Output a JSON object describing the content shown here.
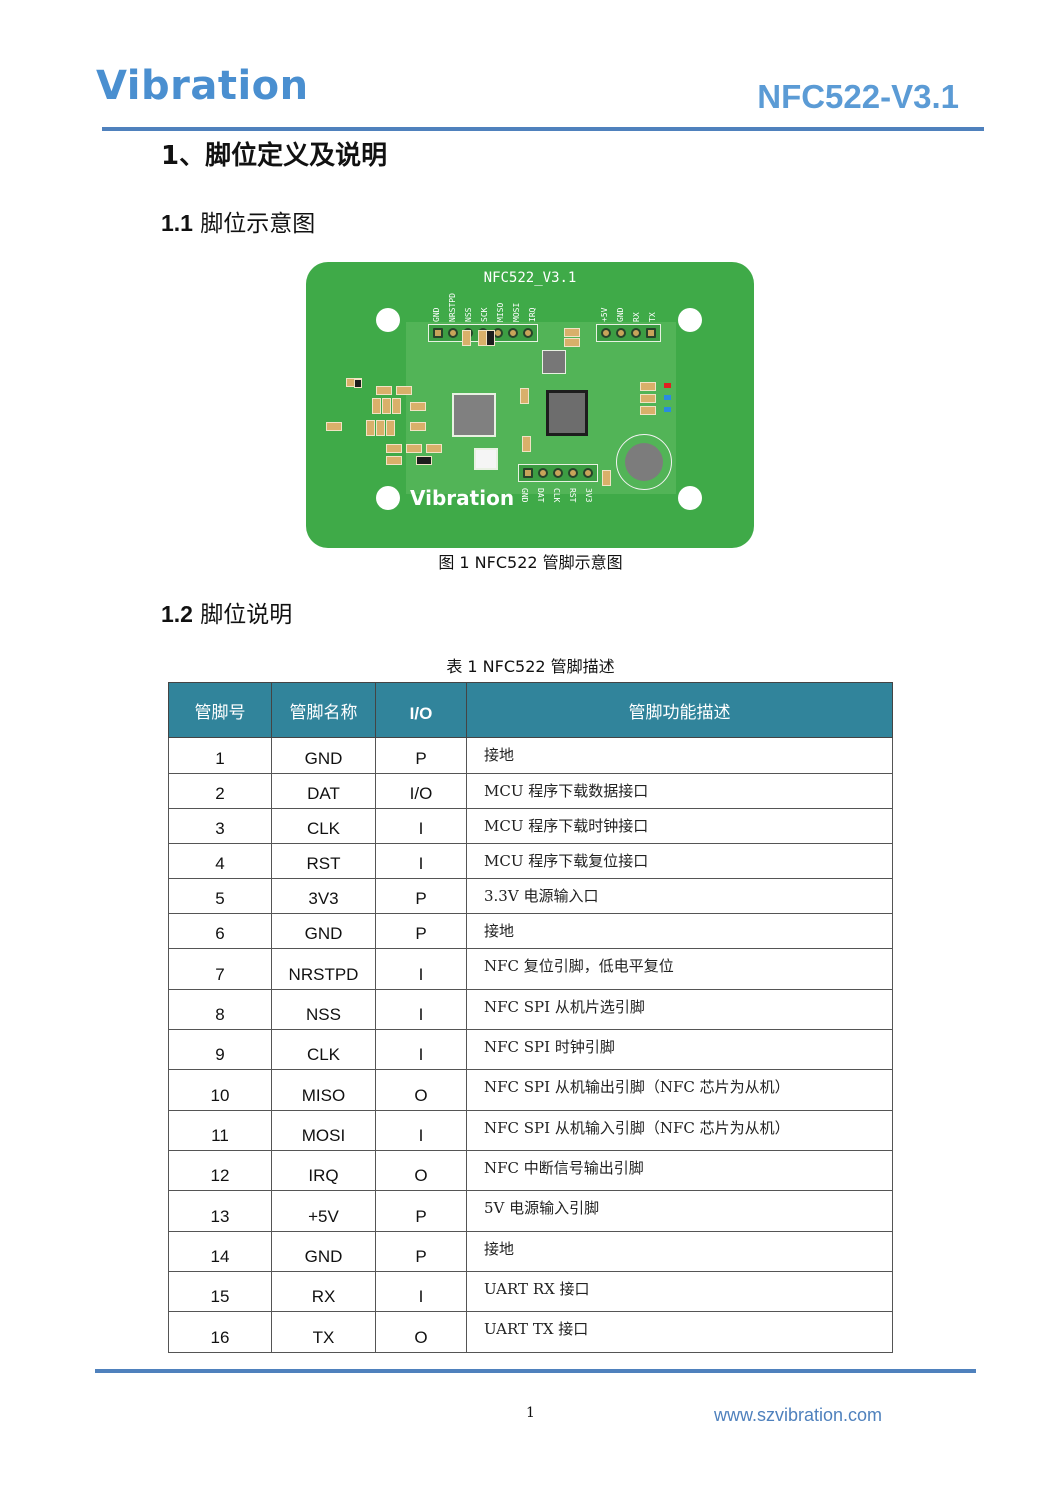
{
  "header": {
    "logo_text": "Vibration",
    "doc_id": "NFC522-V3.1"
  },
  "section": {
    "title": "1、脚位定义及说明",
    "sub1_num": "1.1",
    "sub1_title": " 脚位示意图",
    "sub2_num": "1.2",
    "sub2_title": " 脚位说明"
  },
  "figure": {
    "board_label": "NFC522_V3.1",
    "board_brand": "Vibration",
    "top_left_header_pins": [
      "GND",
      "NRSTPD",
      "NSS",
      "SCK",
      "MISO",
      "MOSI",
      "IRQ"
    ],
    "top_right_header_pins": [
      "+5V",
      "GND",
      "RX",
      "TX"
    ],
    "bottom_header_pins": [
      "GND",
      "DAT",
      "CLK",
      "RST",
      "3V3"
    ],
    "caption": "图 1 NFC522 管脚示意图",
    "colors": {
      "board": "#3faa48",
      "inner": "#52b457"
    }
  },
  "table": {
    "caption": "表 1 NFC522  管脚描述",
    "header_color": "#31849b",
    "columns": [
      "管脚号",
      "管脚名称",
      "I/O",
      "管脚功能描述"
    ],
    "rows": [
      {
        "num": "1",
        "name": "GND",
        "io": "P",
        "desc": "接地"
      },
      {
        "num": "2",
        "name": "DAT",
        "io": "I/O",
        "desc": "MCU 程序下载数据接口"
      },
      {
        "num": "3",
        "name": "CLK",
        "io": "I",
        "desc": "MCU 程序下载时钟接口"
      },
      {
        "num": "4",
        "name": "RST",
        "io": "I",
        "desc": "MCU 程序下载复位接口"
      },
      {
        "num": "5",
        "name": "3V3",
        "io": "P",
        "desc": "3.3V 电源输入口"
      },
      {
        "num": "6",
        "name": "GND",
        "io": "P",
        "desc": "接地"
      },
      {
        "num": "7",
        "name": "NRSTPD",
        "io": "I",
        "desc": "NFC 复位引脚，低电平复位"
      },
      {
        "num": "8",
        "name": "NSS",
        "io": "I",
        "desc": "NFC SPI 从机片选引脚"
      },
      {
        "num": "9",
        "name": "CLK",
        "io": "I",
        "desc": "NFC SPI 时钟引脚"
      },
      {
        "num": "10",
        "name": "MISO",
        "io": "O",
        "desc": "NFC SPI 从机输出引脚（NFC 芯片为从机）"
      },
      {
        "num": "11",
        "name": "MOSI",
        "io": "I",
        "desc": "NFC SPI 从机输入引脚（NFC 芯片为从机）"
      },
      {
        "num": "12",
        "name": "IRQ",
        "io": "O",
        "desc": "NFC 中断信号输出引脚"
      },
      {
        "num": "13",
        "name": "+5V",
        "io": "P",
        "desc": "5V 电源输入引脚"
      },
      {
        "num": "14",
        "name": "GND",
        "io": "P",
        "desc": "接地"
      },
      {
        "num": "15",
        "name": "RX",
        "io": "I",
        "desc": "UART  RX 接口"
      },
      {
        "num": "16",
        "name": "TX",
        "io": "O",
        "desc": "UART  TX 接口"
      }
    ]
  },
  "footer": {
    "page_number": "1",
    "website": "www.szvibration.com"
  }
}
